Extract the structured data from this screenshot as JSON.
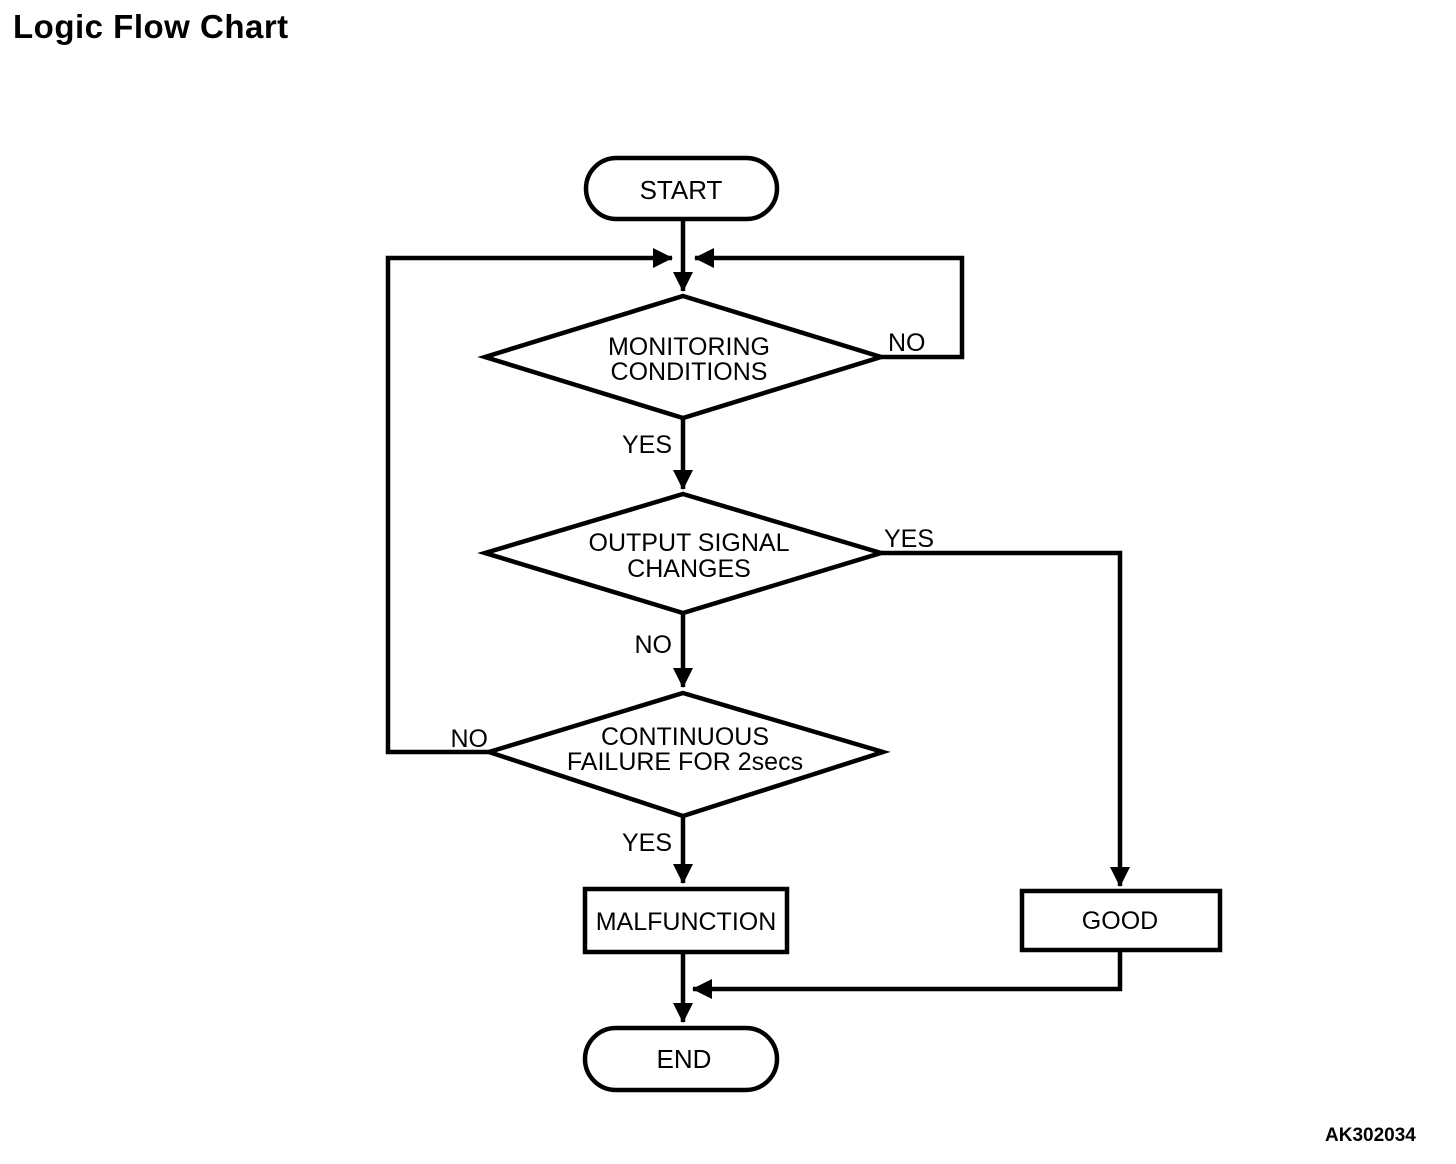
{
  "page": {
    "title": "Logic Flow Chart",
    "figure_code": "AK302034"
  },
  "colors": {
    "ink": "#000000",
    "background": "#ffffff"
  },
  "flowchart": {
    "nodes": {
      "start": {
        "type": "terminator",
        "label": "START"
      },
      "monitoring_conditions": {
        "type": "decision",
        "line1": "MONITORING",
        "line2": "CONDITIONS"
      },
      "output_signal_changes": {
        "type": "decision",
        "line1": "OUTPUT SIGNAL",
        "line2": "CHANGES"
      },
      "continuous_failure": {
        "type": "decision",
        "line1": "CONTINUOUS",
        "line2": "FAILURE FOR 2secs"
      },
      "malfunction": {
        "type": "process",
        "label": "MALFUNCTION"
      },
      "good": {
        "type": "process",
        "label": "GOOD"
      },
      "end": {
        "type": "terminator",
        "label": "END"
      }
    },
    "edge_labels": {
      "monitoring_no": "NO",
      "monitoring_yes": "YES",
      "output_yes": "YES",
      "output_no": "NO",
      "continuous_no": "NO",
      "continuous_yes": "YES"
    }
  }
}
